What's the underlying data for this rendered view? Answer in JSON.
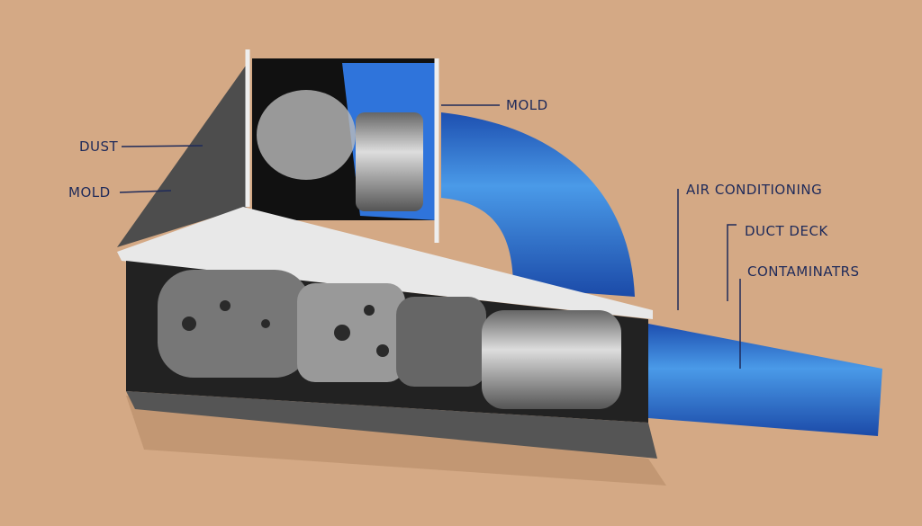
{
  "labels": {
    "dust": "DUST",
    "mold_left": "MOLD",
    "mold_top": "MOLD",
    "air_conditioning": "AIR CONDITIONING",
    "duct_deck": "DUCT DECK",
    "contaminants": "CONTAMINATRS"
  },
  "colors": {
    "background": "#d4a985",
    "ink": "#1e2a5a",
    "duct_blue": "#2a6fd6",
    "metal": "#9a9a9a",
    "box_dark": "#2b2b2b"
  }
}
